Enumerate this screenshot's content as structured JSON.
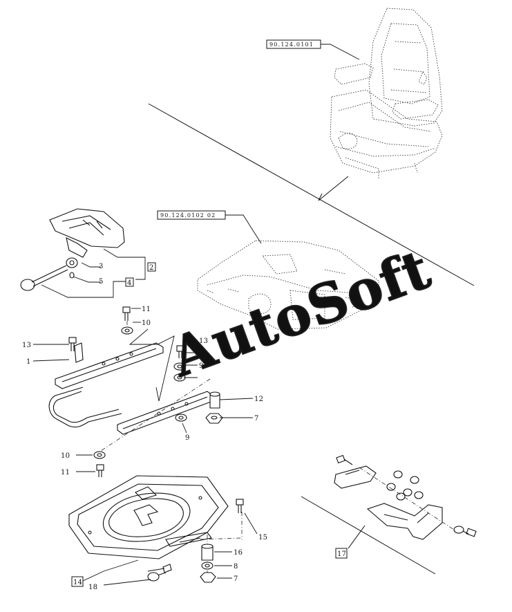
{
  "references": {
    "seat_assembly": "90.124.0101",
    "seat_base": "90.124.0102 02"
  },
  "callouts": {
    "c1": "1",
    "c2": "2",
    "c3": "3",
    "c4": "4",
    "c5": "5",
    "c7a": "7",
    "c7b": "7",
    "c8a": "8",
    "c8b": "8",
    "c9a": "9",
    "c9b": "9",
    "c10a": "10",
    "c10b": "10",
    "c11a": "11",
    "c11b": "11",
    "c12": "12",
    "c13a": "13",
    "c13b": "13",
    "c14": "14",
    "c15": "15",
    "c16": "16",
    "c17": "17",
    "c18": "18"
  },
  "watermark": "AutoSoft"
}
